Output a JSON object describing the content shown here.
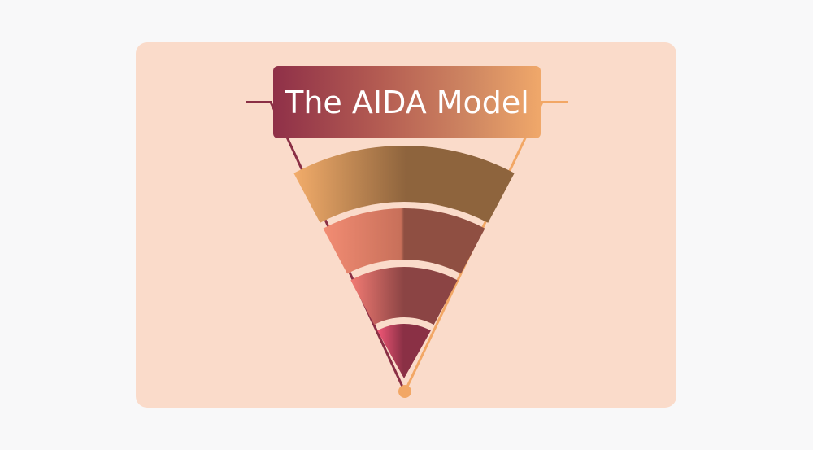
{
  "title": "The AIDA Model",
  "colors": {
    "page_background": "#f8f8f9",
    "card_background": "#fadbca",
    "title_gradient": [
      "#8f3048",
      "#f0a86a"
    ],
    "left_outline": "#8a2f45",
    "right_outline": "#f2a765",
    "vertex_dot": "#f2a765"
  },
  "funnel": {
    "levels": [
      {
        "index": 1,
        "colors": [
          "#f2ac6a",
          "#8e643d"
        ]
      },
      {
        "index": 2,
        "colors": [
          "#f28c73",
          "#8f4f42"
        ]
      },
      {
        "index": 3,
        "colors": [
          "#f47c74",
          "#8b4444"
        ]
      },
      {
        "index": 4,
        "colors": [
          "#f85a7a",
          "#8a3045"
        ]
      }
    ]
  }
}
